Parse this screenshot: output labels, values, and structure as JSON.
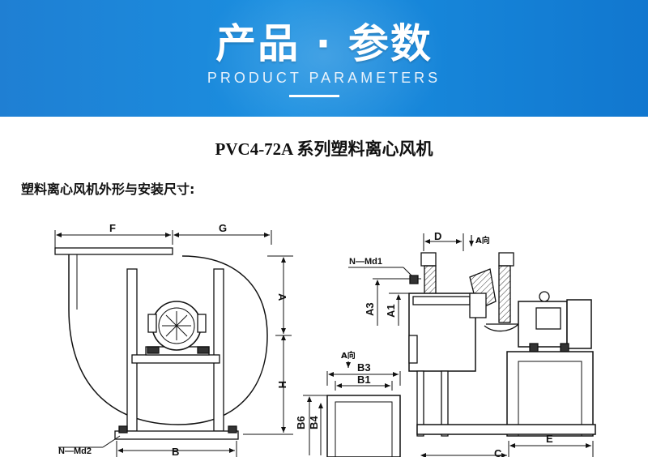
{
  "banner": {
    "title": "产品 · 参数",
    "subtitle": "PRODUCT PARAMETERS",
    "gradient_start": "#1f7fd3",
    "gradient_end": "#1177cf"
  },
  "document": {
    "title": "PVC4-72A 系列塑料离心风机",
    "section_label": "塑料离心风机外形与安装尺寸:"
  },
  "drawing_labels": {
    "left_view": {
      "F": "F",
      "G": "G",
      "A": "A",
      "H": "H",
      "B": "B",
      "N_Md2": "N—Md2"
    },
    "right_view": {
      "D": "D",
      "A_dir_top": "A向",
      "N_Md1": "N—Md1",
      "A3": "A3",
      "A1": "A1",
      "C": "C",
      "E": "E"
    },
    "outlet_view": {
      "A_dir": "A向",
      "B3": "B3",
      "B1": "B1",
      "B6": "B6",
      "B4": "B4"
    }
  }
}
